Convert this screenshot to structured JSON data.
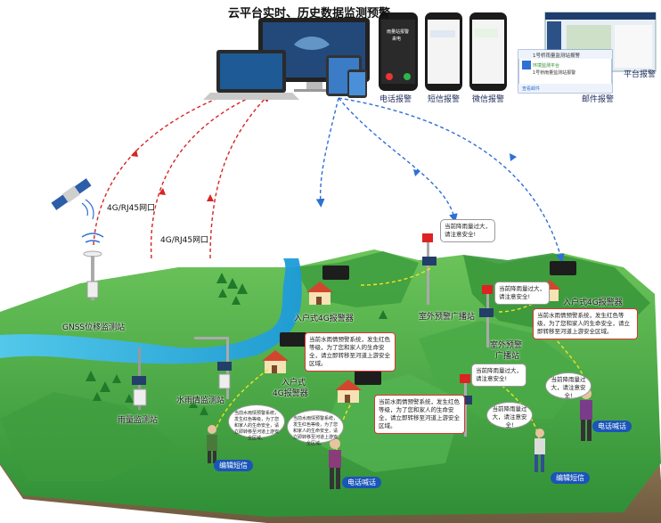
{
  "title": "云平台实时、历史数据监测预警",
  "alarms": {
    "phone": "电话报警",
    "sms": "短信报警",
    "wechat": "微信报警",
    "email": "邮件报警",
    "platform": "平台报警"
  },
  "phone_screen": {
    "line1": "雨量站报警",
    "line2": "来电"
  },
  "email_popup": {
    "header": "1号桥雨量监测站报警",
    "line1": "环境监测平台",
    "line2": "1号桥雨量监测站报警",
    "footer": "查看邮件"
  },
  "links": {
    "left": "4G/RJ45网口",
    "center": "4G/RJ45网口"
  },
  "stations": {
    "gnss": "GNSS位移监测站",
    "rain": "雨量监测站",
    "water": "水雨情监测站",
    "outdoor_broadcast_top": "室外预警广播站",
    "outdoor_broadcast_bottom_1": "室外预警",
    "outdoor_broadcast_bottom_2": "广播站",
    "home_alarm_top": "入户式4G报警器",
    "home_alarm_mid_1": "入户式",
    "home_alarm_mid_2": "4G报警器",
    "home_alarm_right": "入户式4G报警器"
  },
  "bubbles": {
    "rain_short": "当前降雨量过大，请注意安全!",
    "flood_warning": "当前水雨情预警系统，发生红色等级，为了您和家人的生命安全，请立即转移至河道上游安全区域。"
  },
  "actions": {
    "edit_sms_left": "编辑短信",
    "call_center": "电话喊话",
    "edit_sms_right": "编辑短信",
    "call_right": "电话喊话"
  },
  "colors": {
    "uplink": "#d62424",
    "downlink": "#2f6fd6",
    "river": "#2fb6e6",
    "grass": "#4db04a",
    "grass_dark": "#2f8f36",
    "pill": "#1a55b8",
    "signal": "#f2e41f"
  }
}
